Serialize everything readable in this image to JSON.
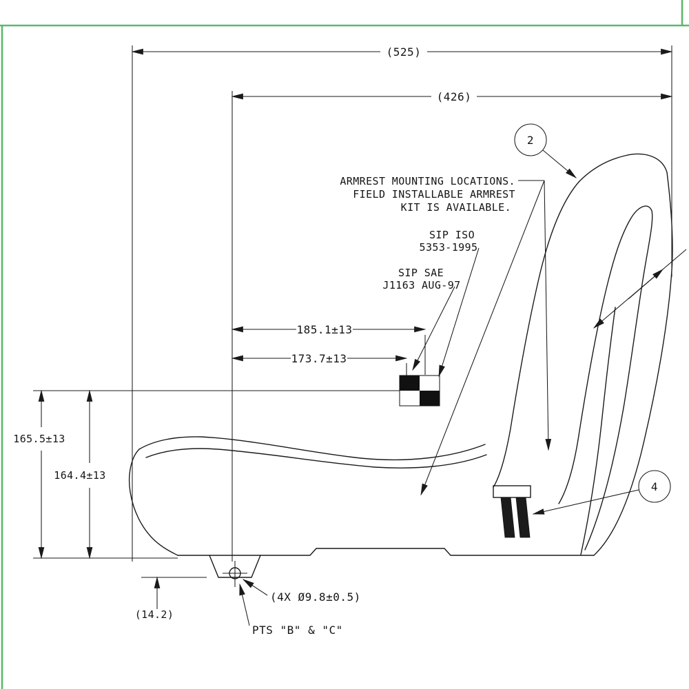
{
  "dimensions": {
    "overall_depth": "(525)",
    "upper_depth": "(426)",
    "sip_horiz_1": "185.1±13",
    "sip_horiz_2": "173.7±13",
    "sip_height_1": "165.5±13",
    "sip_height_2": "164.4±13",
    "foot_offset": "(14.2)",
    "hole_callout": "(4X Ø9.8±0.5)",
    "pts_label": "PTS \"B\" & \"C\""
  },
  "notes": {
    "armrest_line1": "ARMREST MOUNTING LOCATIONS.",
    "armrest_line2": "FIELD INSTALLABLE ARMREST",
    "armrest_line3": "KIT IS AVAILABLE.",
    "sip_iso_line1": "SIP ISO",
    "sip_iso_line2": "5353-1995",
    "sip_sae_line1": "SIP SAE",
    "sip_sae_line2": "J1163 AUG-97"
  },
  "balloons": {
    "item2": "2",
    "item4": "4"
  },
  "colors": {
    "line": "#1a1a1a",
    "frame_green": "#5cb86a",
    "background": "#ffffff"
  }
}
